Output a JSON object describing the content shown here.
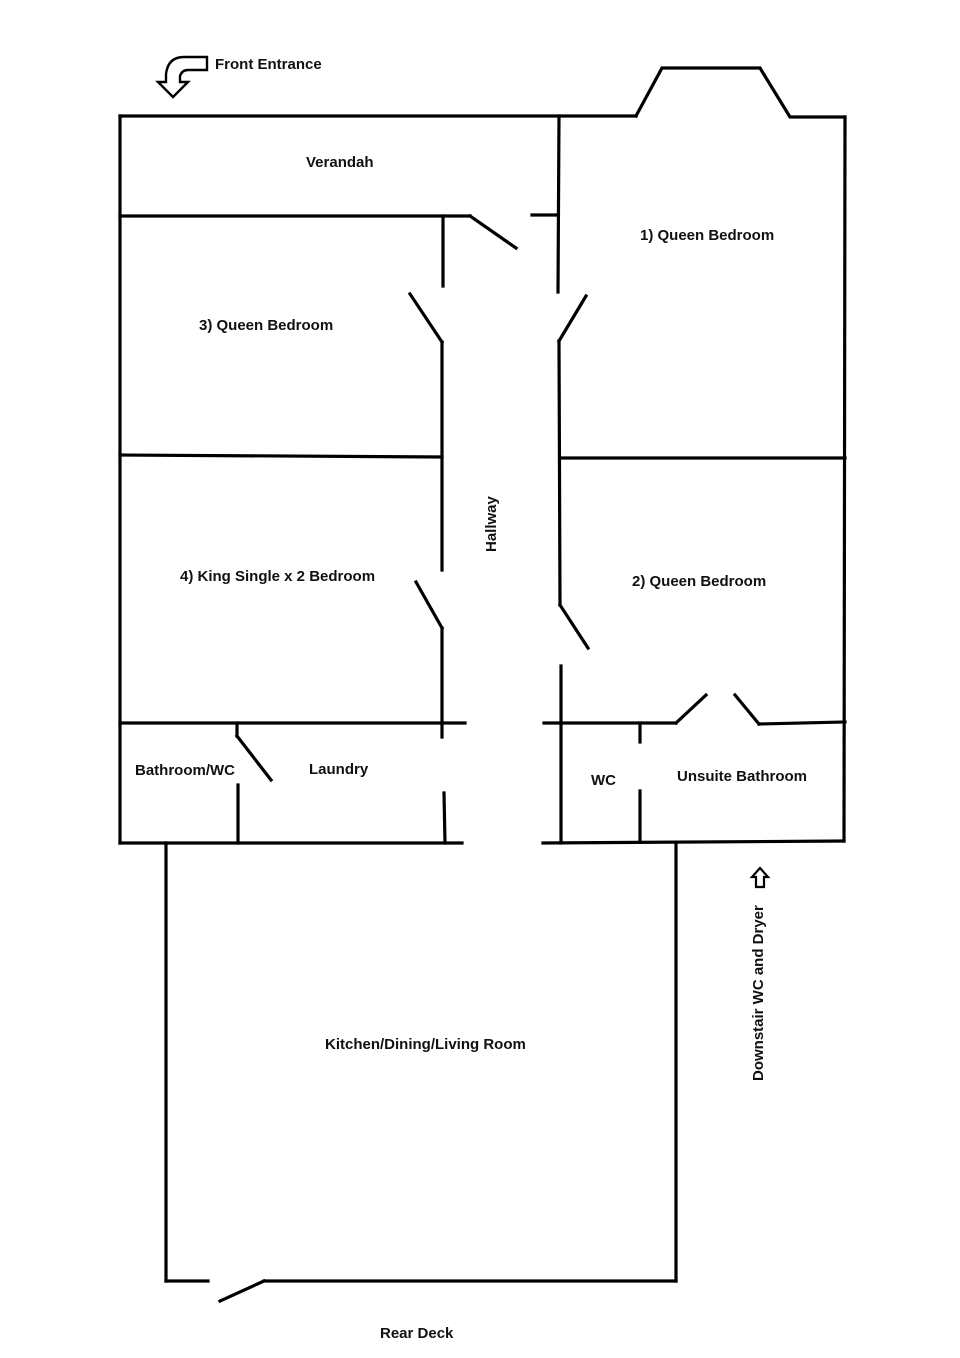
{
  "plan": {
    "line_color": "#000000",
    "background": "#ffffff",
    "annotations": {
      "front_entrance": "Front Entrance",
      "rear_deck": "Rear Deck",
      "downstairs": "Downstair WC and Dryer",
      "front_entrance_icon": "curved-arrow-down-left",
      "downstairs_icon": "arrow-up-outline"
    },
    "rooms": {
      "verandah": "Verandah",
      "bedroom1": "1) Queen Bedroom",
      "bedroom2": "2) Queen Bedroom",
      "bedroom3": "3) Queen Bedroom",
      "bedroom4": "4) King Single x 2 Bedroom",
      "hallway": "Hallway",
      "bathroom_wc": "Bathroom/WC",
      "laundry": "Laundry",
      "wc": "WC",
      "ensuite": "Unsuite Bathroom",
      "kitchen": "Kitchen/Dining/Living Room"
    }
  }
}
